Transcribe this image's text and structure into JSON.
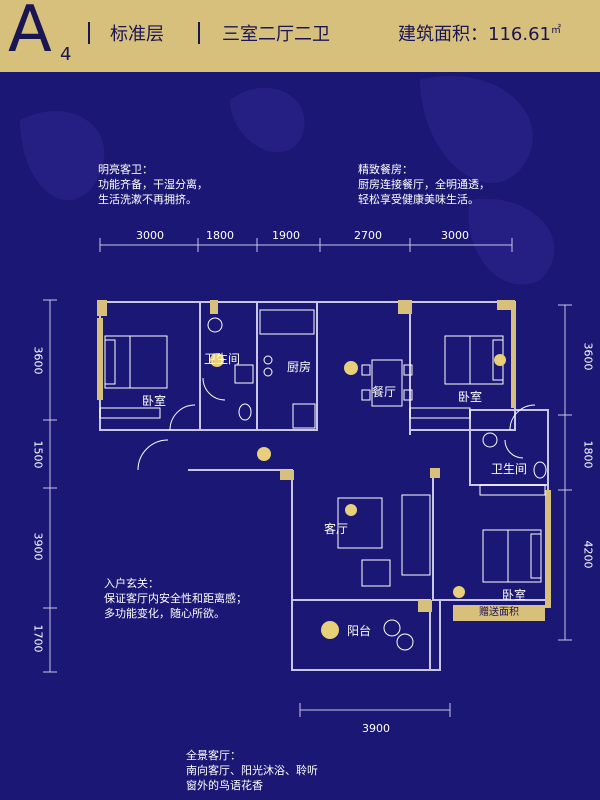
{
  "header": {
    "unit_letter": "A",
    "unit_subscript": "4",
    "floor_type": "标准层",
    "layout": "三室二厅二卫",
    "area_label": "建筑面积：116.61",
    "area_unit": "㎡"
  },
  "notes": {
    "bathroom": [
      "明亮客卫：",
      "功能齐备，干湿分离，",
      "生活洗漱不再拥挤。"
    ],
    "dining": [
      "精致餐房：",
      "厨房连接餐厅，全明通透，",
      "轻松享受健康美味生活。"
    ],
    "entrance": [
      "入户玄关：",
      "保证客厅内安全性和距离感；",
      "多功能变化，随心所欲。"
    ],
    "living": [
      "全景客厅：",
      "南向客厅、阳光沐浴、聆听",
      "窗外的鸟语花香"
    ]
  },
  "rooms": {
    "bedroom_left": "卧室",
    "bathroom_left": "卫生间",
    "kitchen": "厨房",
    "dining": "餐厅",
    "bedroom_right_top": "卧室",
    "bathroom_right": "卫生间",
    "living": "客厅",
    "bedroom_right_bottom": "卧室",
    "balcony": "阳台",
    "gift_area": "赠送面积"
  },
  "dimensions": {
    "top": [
      "3000",
      "1800",
      "1900",
      "2700",
      "3000"
    ],
    "left": [
      "3600",
      "1500",
      "3900",
      "1700"
    ],
    "right": [
      "3600",
      "1800",
      "4200"
    ],
    "bottom": "3900"
  },
  "colors": {
    "background": "#1b1775",
    "gold": "#d7bf7c",
    "wall": "#c9c6e8",
    "navy_text": "#1a1653"
  }
}
